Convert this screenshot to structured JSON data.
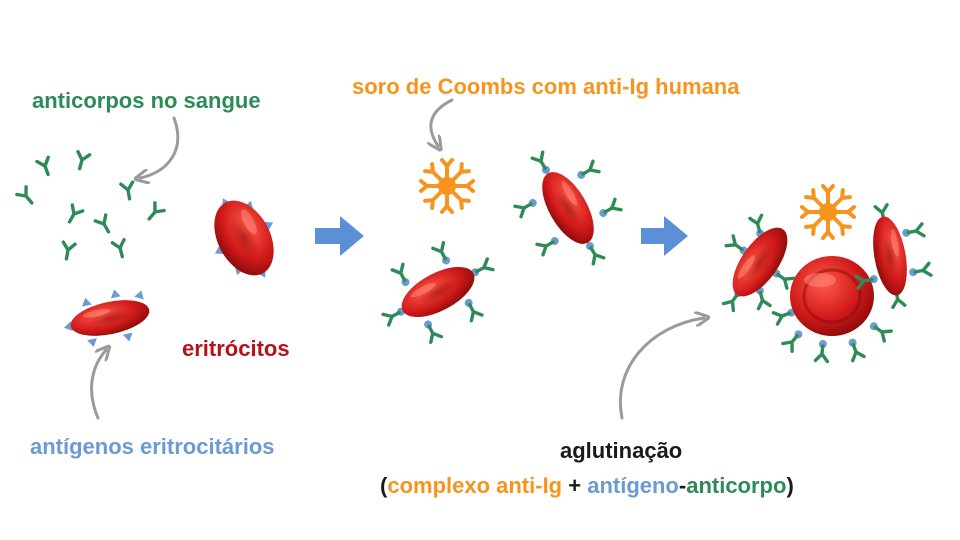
{
  "labels": {
    "antibodies": "anticorpos no sangue",
    "coombs_serum": "soro de Coombs com anti-Ig humana",
    "erythrocytes": "eritrócitos",
    "antigens": "antígenos eritrocitários",
    "agglutination": "aglutinação",
    "complex": {
      "open_paren": "(",
      "anti_ig": "complexo anti-Ig",
      "plus": " + ",
      "antigen": "antígeno",
      "dash": "-",
      "antibody": "anticorpo",
      "close_paren": ")"
    }
  },
  "colors": {
    "antibody_green": "#2e8b57",
    "coombs_orange": "#f7941d",
    "erythrocyte_red": "#b5121b",
    "antigen_blue": "#6b9bd2",
    "arrow_blue": "#5b8fd6",
    "pointer_gray": "#9a9a9a",
    "text_dark": "#1a1a1a"
  },
  "icons": {
    "free_antibody": "y-antibody-icon",
    "anti_ig": "star-anti-ig-icon",
    "red_cell": "erythrocyte-icon",
    "step_arrow": "right-arrow-icon"
  }
}
